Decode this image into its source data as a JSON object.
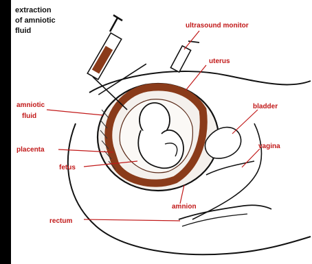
{
  "labels": {
    "extraction": [
      "extraction",
      "of amniotic",
      "fluid"
    ],
    "ultrasound": "ultrasound monitor",
    "uterus": "uterus",
    "amniotic_fluid": [
      "amniotic",
      "fluid"
    ],
    "bladder": "bladder",
    "placenta": "placenta",
    "vagina": "vagina",
    "fetus": "fetus",
    "amnion": "amnion",
    "rectum": "rectum"
  },
  "colors": {
    "label": "#c11818",
    "ink": "#111111",
    "placenta": "#8a3b1a",
    "background": "#000000"
  }
}
